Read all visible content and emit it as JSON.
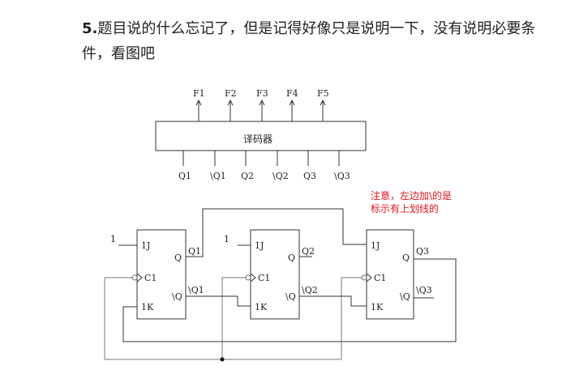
{
  "question": {
    "number": "5.",
    "text": "题目说的什么忘记了，但是记得好像只是说明一下，没有说明必要条件，看图吧"
  },
  "decoder": {
    "label": "译码器",
    "outputs": [
      "F1",
      "F2",
      "F3",
      "F4",
      "F5"
    ],
    "inputs": [
      "Q1",
      "\\Q1",
      "Q2",
      "\\Q2",
      "Q3",
      "\\Q3"
    ]
  },
  "note": {
    "line1": "注意，左边加\\的是",
    "line2": "标示有上划线的"
  },
  "flipflops": [
    {
      "j": "1J",
      "c": "C1",
      "k": "1K",
      "q": "Q",
      "nq": "\\Q",
      "q_label": "Q1",
      "nq_label": "\\Q1",
      "j_input": "1"
    },
    {
      "j": "1J",
      "c": "C1",
      "k": "1K",
      "q": "Q",
      "nq": "\\Q",
      "q_label": "Q2",
      "nq_label": "\\Q2",
      "j_input": "1"
    },
    {
      "j": "1J",
      "c": "C1",
      "k": "1K",
      "q": "Q",
      "nq": "\\Q",
      "q_label": "Q3",
      "nq_label": "\\Q3"
    }
  ]
}
